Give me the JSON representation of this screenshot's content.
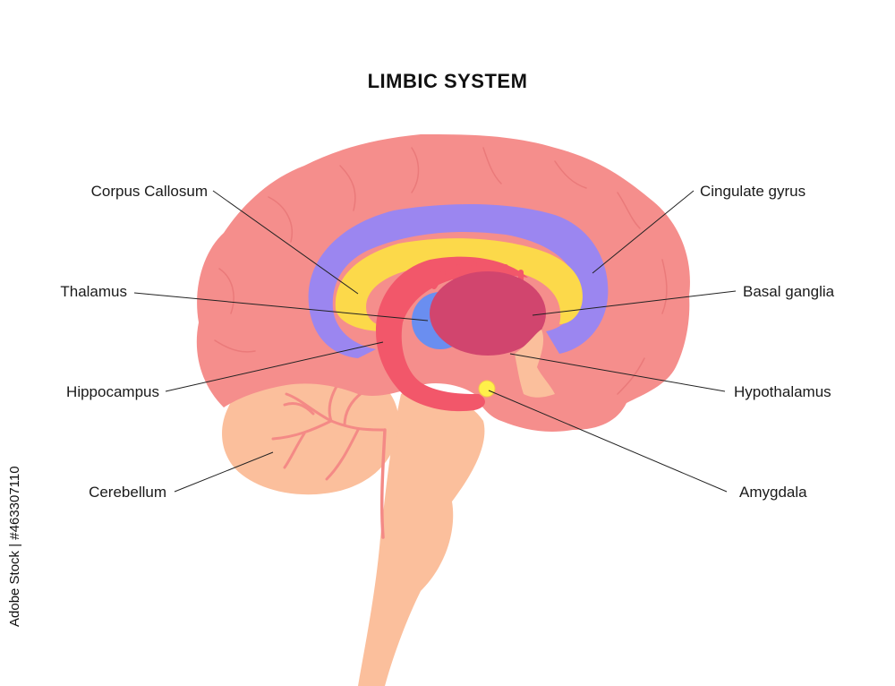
{
  "title": "LIMBIC SYSTEM",
  "labels": {
    "corpus_callosum": "Corpus Callosum",
    "thalamus": "Thalamus",
    "hippocampus": "Hippocampus",
    "cerebellum": "Cerebellum",
    "cingulate_gyrus": "Cingulate gyrus",
    "basal_ganglia": "Basal ganglia",
    "hypothalamus": "Hypothalamus",
    "amygdala": "Amygdala"
  },
  "stock_id": "Adobe Stock | #463307110",
  "colors": {
    "cerebrum": "#f58e8c",
    "cerebellum_brainstem": "#fbbf9c",
    "cingulate_gyrus": "#9b86f0",
    "corpus_callosum": "#fcd94a",
    "basal_ganglia": "#d1456e",
    "fornix": "#f2576a",
    "thalamus": "#6a8ef0",
    "amygdala": "#fff04a",
    "leader_line": "#222222"
  }
}
